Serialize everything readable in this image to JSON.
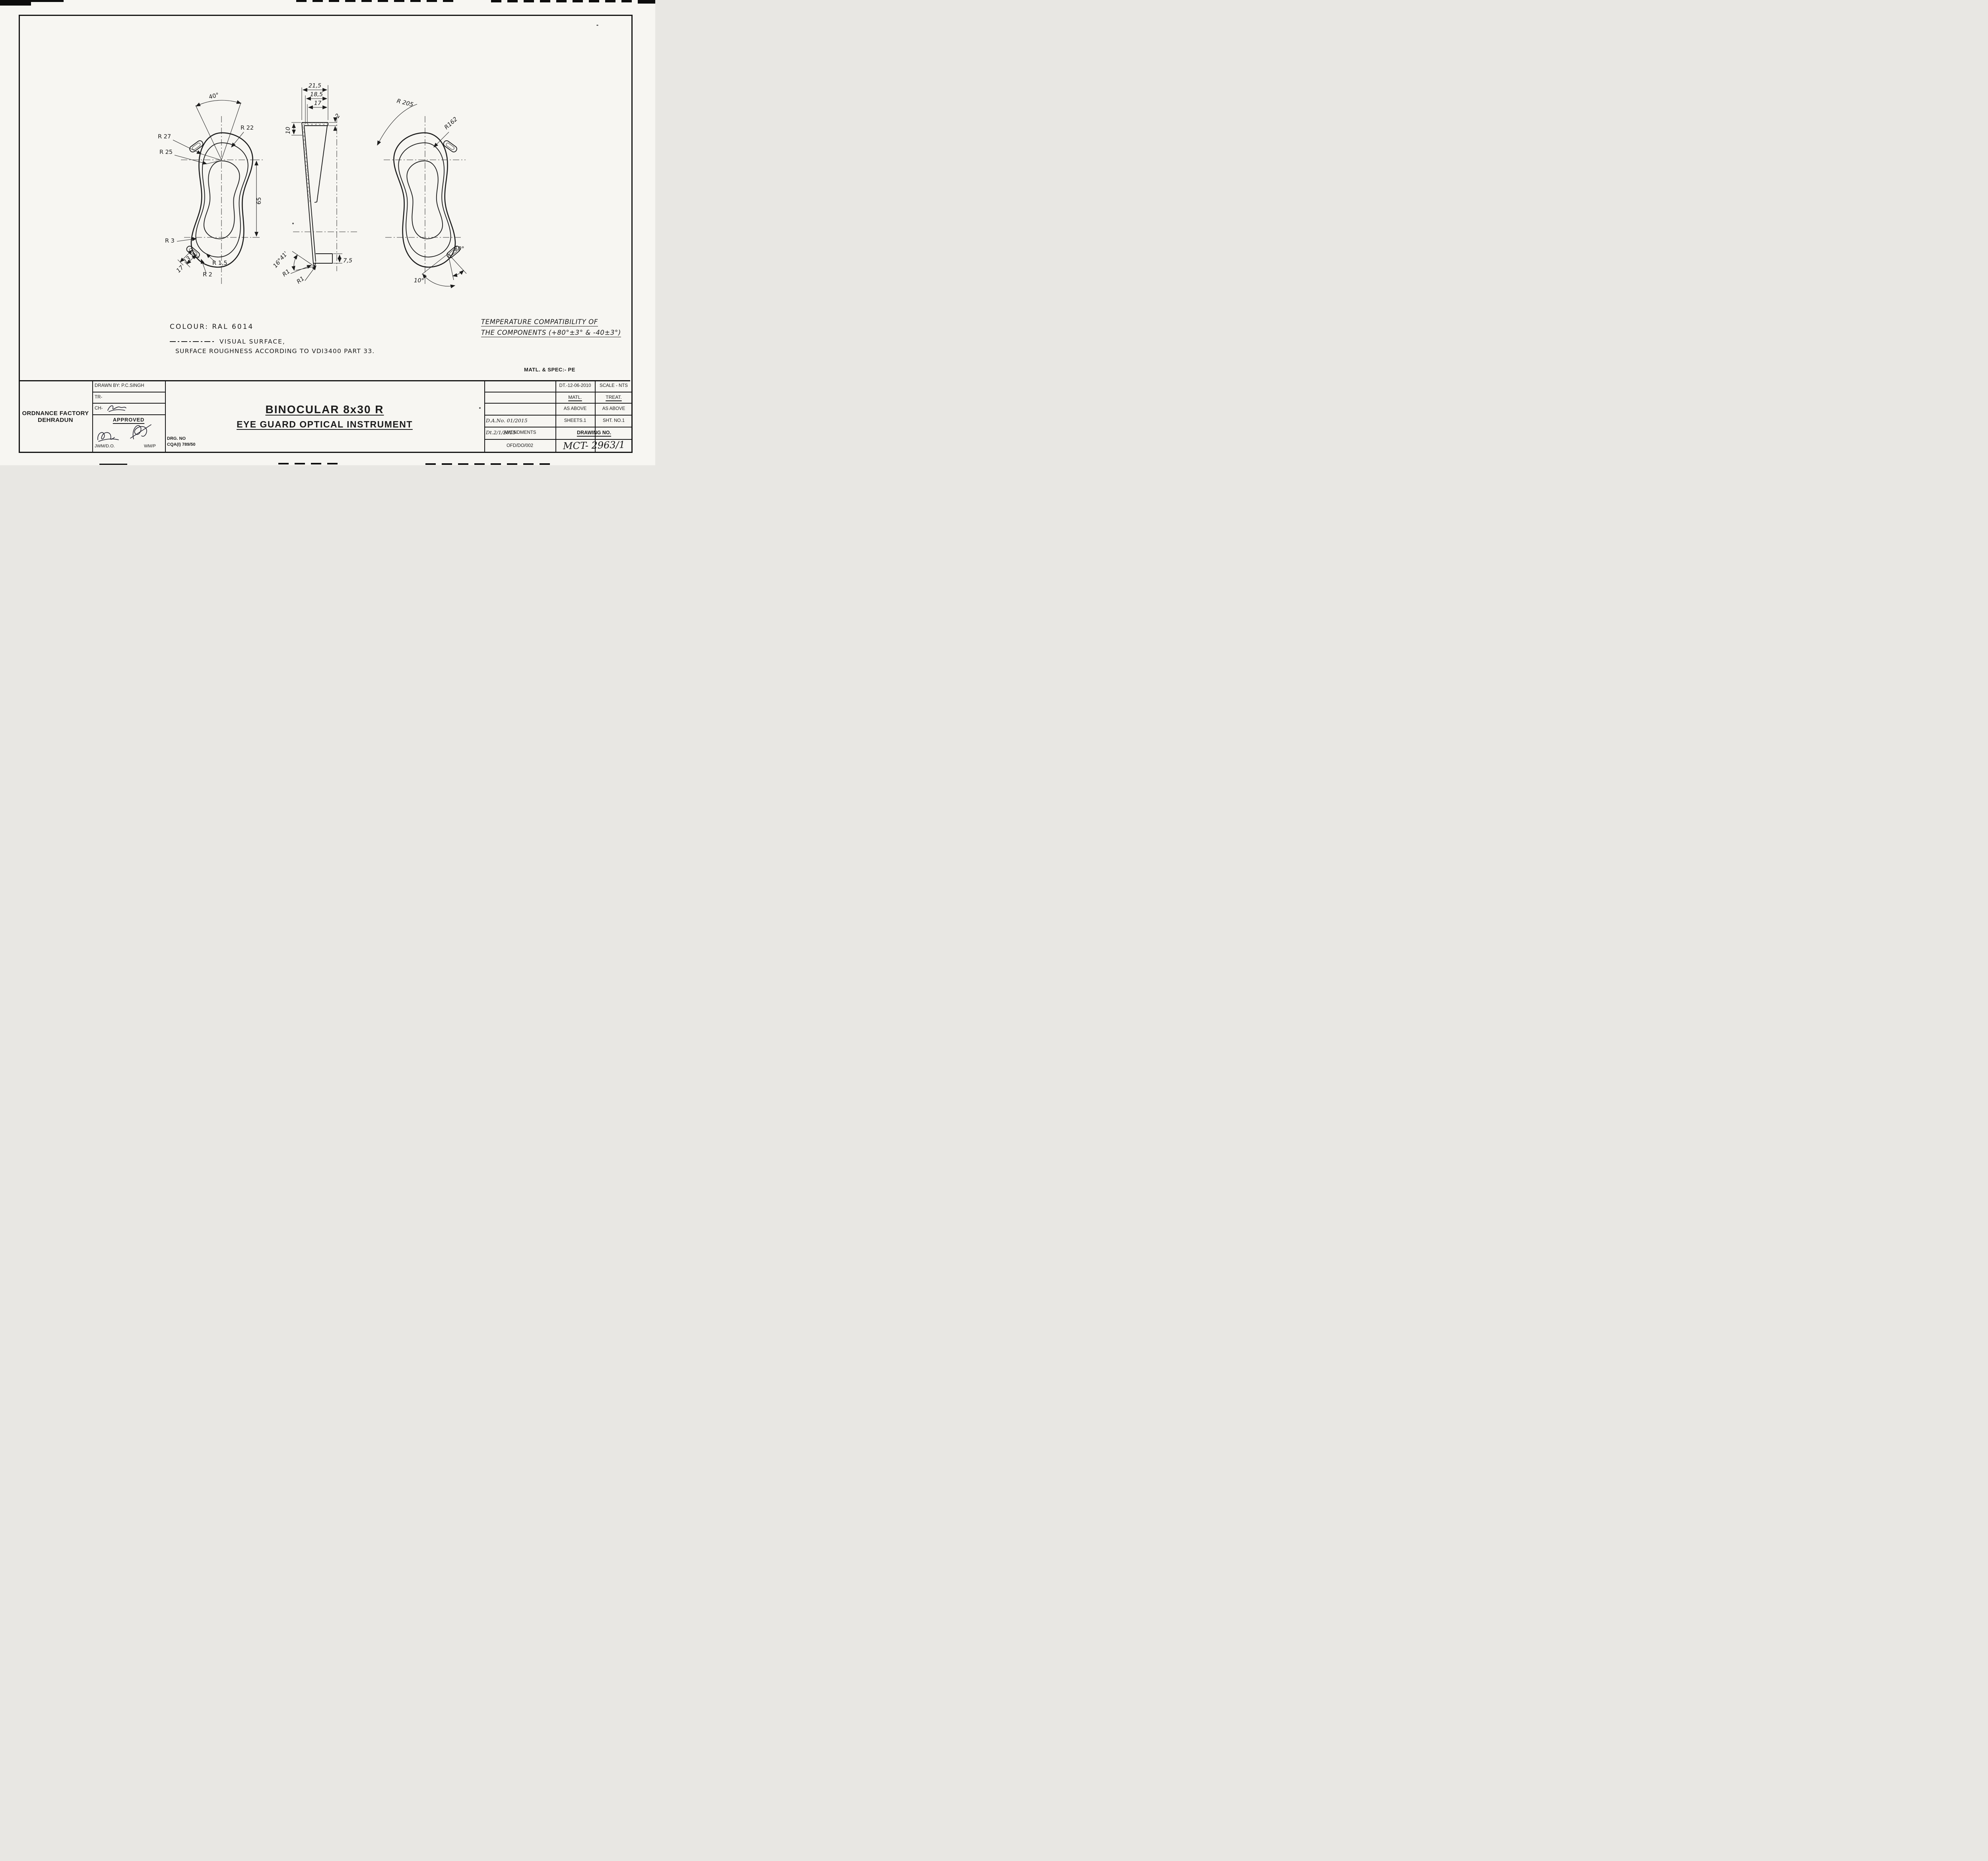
{
  "front_view": {
    "angle": "40°",
    "r27": "R 27",
    "r25": "R 25",
    "r22": "R 22",
    "height": "65",
    "r3": "R 3",
    "r15": "R 1,5",
    "r2": "R 2",
    "tab_w": "13",
    "tab_l": "17"
  },
  "section_view": {
    "w1": "21,5",
    "w2": "18,5",
    "w3": "17",
    "lip": "2",
    "depth": "10",
    "foot": "7,5",
    "r1a": "R1",
    "r1b": "R1",
    "angle": "16°41'"
  },
  "rear_view": {
    "r205": "R 205",
    "r162": "R162",
    "angle1": "10°",
    "angle2": "10°"
  },
  "notes": {
    "colour": "COLOUR: RAL 6014",
    "visual_surface": "VISUAL SURFACE,",
    "surface_roughness": "SURFACE ROUGHNESS ACCORDING TO VDI3400 PART 33.",
    "temperature_1": "TEMPERATURE COMPATIBILITY OF",
    "temperature_2": "THE COMPONENTS (+80°±3° & -40±3°)",
    "matl_spec": "MATL. & SPEC:- PE"
  },
  "title_block": {
    "factory_1": "ORDNANCE FACTORY",
    "factory_2": "DEHRADUN",
    "drawn_by": "DRAWN BY: P.C.SINGH",
    "tr": "TR-",
    "ch": "CH-",
    "approved": "APPROVED",
    "jwm": "JWM/D.O.",
    "wm": "WM/P",
    "drg_no_label": "DRG. NO",
    "drg_no_value": "CQA(I) 789/50",
    "title_1": "BINOCULAR 8x30 R",
    "title_2": "EYE GUARD OPTICAL INSTRUMENT",
    "date": "DT.-12-06-2010",
    "scale": "SCALE - NTS",
    "matl_label": "MATL.",
    "treat_label": "TREAT.",
    "matl_value": "AS ABOVE",
    "treat_value": "AS ABOVE",
    "da_no": "D.A.No. 01/2015 Dt.2/1/2015",
    "sheets": "SHEETS.1",
    "sht_no": "SHT. NO.1",
    "amendments": "AMENDMENTS",
    "drawing_no_label": "DRAWING NO.",
    "ofd": "OFD/DO/002",
    "drawing_no_value": "MCT- 2963/1"
  }
}
